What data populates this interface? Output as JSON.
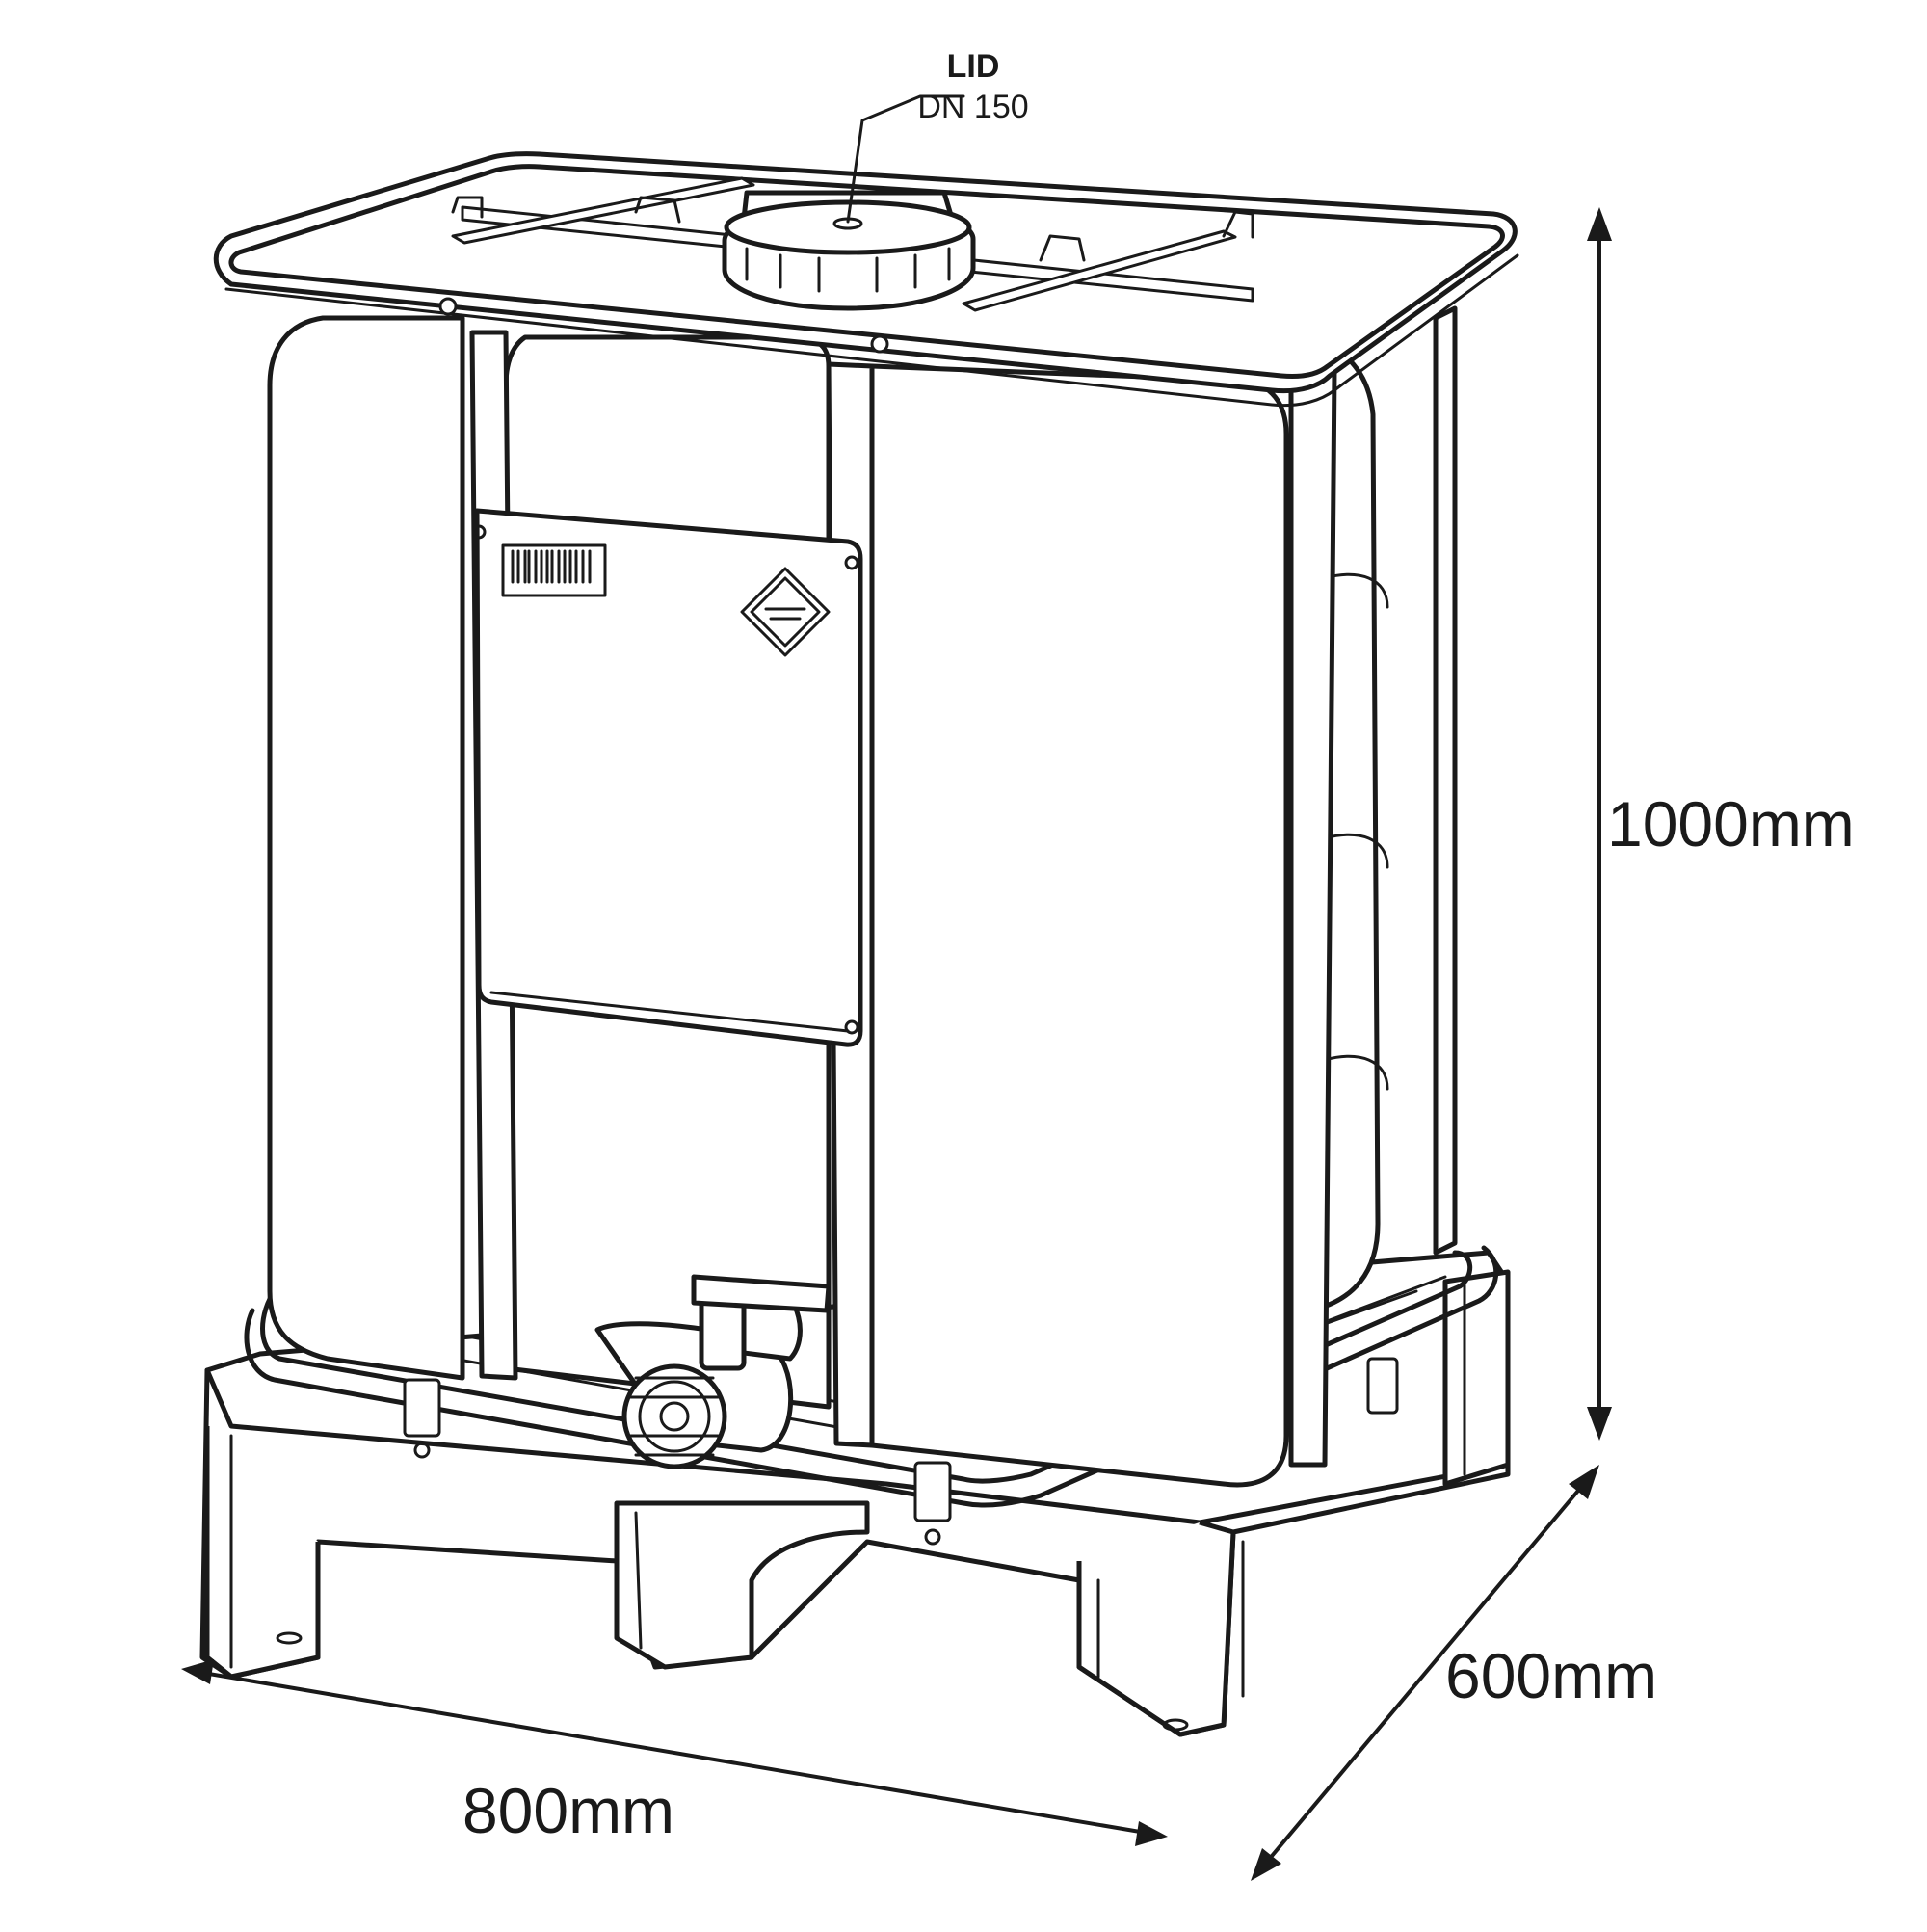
{
  "callout": {
    "lid_title": "LID",
    "lid_spec": "DN 150"
  },
  "dimensions": {
    "height": "1000mm",
    "depth": "600mm",
    "width": "800mm"
  }
}
